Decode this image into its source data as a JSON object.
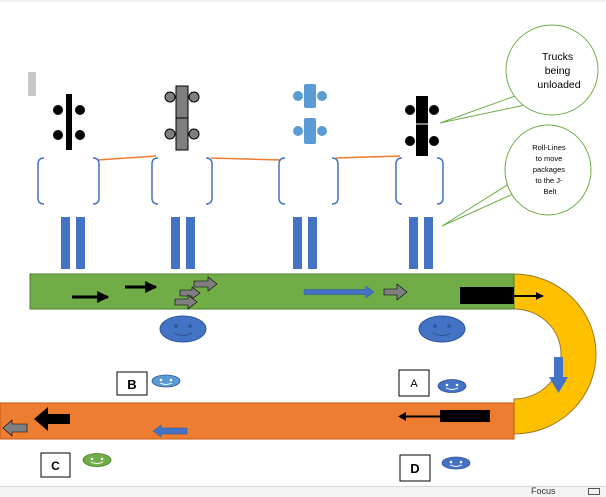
{
  "callouts": {
    "trucks": "Trucks being unloaded",
    "rolllines": "Roll-Lines to move packages to the J-Belt"
  },
  "stations": {
    "a": "A",
    "b": "B",
    "c": "C",
    "d": "D"
  },
  "statusbar": {
    "focus": "Focus"
  },
  "colors": {
    "green_belt": "#70ad47",
    "orange_belt": "#ed7d31",
    "j_belt": "#ffc000",
    "roll_line": "#4472c4",
    "dark_truck": "#000000",
    "gray_truck": "#7f7f7f",
    "blue_truck": "#5b9bd5"
  }
}
